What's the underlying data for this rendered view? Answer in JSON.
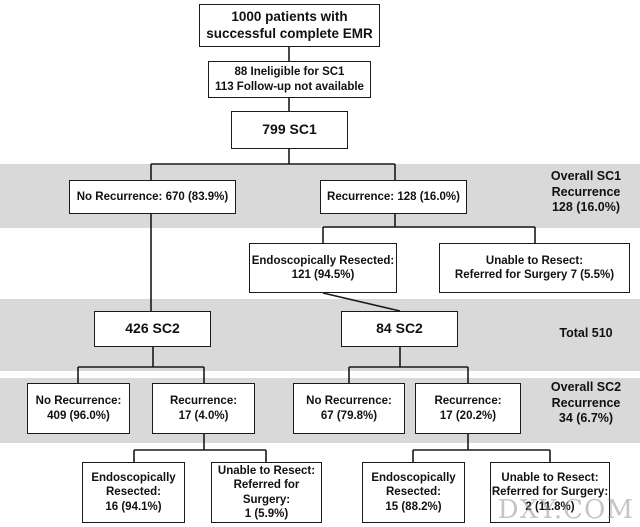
{
  "top": {
    "line1": "1000 patients with",
    "line2": "successful complete EMR"
  },
  "excluded": {
    "line1": "88 Ineligible for SC1",
    "line2": "113 Follow-up not available"
  },
  "sc1": "799 SC1",
  "sc1_no_recurrence": "No Recurrence: 670 (83.9%)",
  "sc1_recurrence": "Recurrence: 128 (16.0%)",
  "sc1_resected": {
    "line1": "Endoscopically Resected:",
    "line2": "121 (94.5%)"
  },
  "sc1_unable": {
    "line1": "Unable to Resect:",
    "line2": "Referred for Surgery 7 (5.5%)"
  },
  "overall_sc1": {
    "line1": "Overall SC1",
    "line2": "Recurrence",
    "line3": "128 (16.0%)"
  },
  "sc2_left": "426 SC2",
  "sc2_right": "84 SC2",
  "total": "Total 510",
  "left_no_recurrence": {
    "line1": "No Recurrence:",
    "line2": "409 (96.0%)"
  },
  "left_recurrence": {
    "line1": "Recurrence:",
    "line2": "17 (4.0%)"
  },
  "right_no_recurrence": {
    "line1": "No Recurrence:",
    "line2": "67 (79.8%)"
  },
  "right_recurrence": {
    "line1": "Recurrence:",
    "line2": "17 (20.2%)"
  },
  "overall_sc2": {
    "line1": "Overall SC2",
    "line2": "Recurrence",
    "line3": "34 (6.7%)"
  },
  "left_resected": {
    "line1": "Endoscopically",
    "line2": "Resected:",
    "line3": "16 (94.1%)"
  },
  "left_unable": {
    "line1": "Unable to Resect:",
    "line2": "Referred for Surgery:",
    "line3": "1 (5.9%)"
  },
  "right_resected": {
    "line1": "Endoscopically",
    "line2": "Resected:",
    "line3": "15 (88.2%)"
  },
  "right_unable": {
    "line1": "Unable to Resect:",
    "line2": "Referred for Surgery:",
    "line3": "2 (11.8%)"
  },
  "watermark": "DXY.COM"
}
